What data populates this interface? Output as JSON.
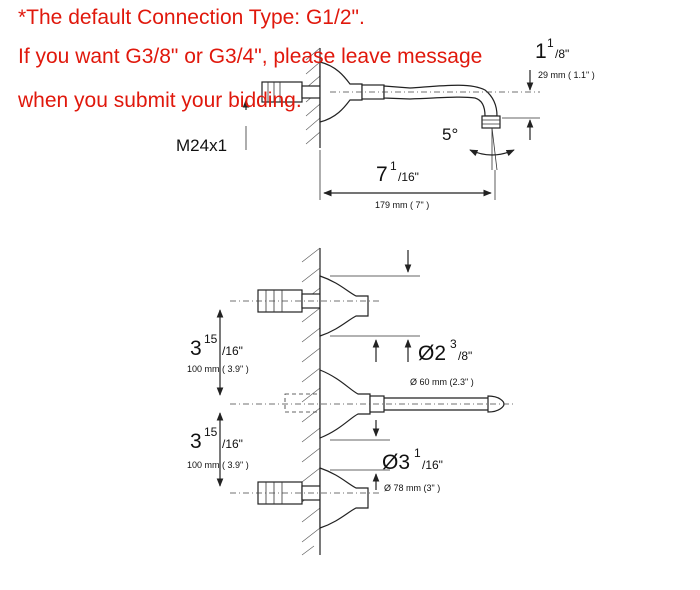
{
  "notice": {
    "line1": "*The default Connection Type: G1/2\".",
    "line2": "If you want G3/8\" or G3/4\", please leave message",
    "line3": "when you submit your bidding."
  },
  "side_view": {
    "thread_label": "M24x1",
    "offset_whole": "1",
    "offset_frac_num": "1",
    "offset_frac_den": "/8\"",
    "offset_metric": "29 mm ( 1.1\" )",
    "angle_label": "5°",
    "length_whole": "7",
    "length_frac_num": "1",
    "length_frac_den": "/16\"",
    "length_metric": "179 mm ( 7\" )"
  },
  "front_view": {
    "spacing1_whole": "3",
    "spacing1_frac_num": "15",
    "spacing1_frac_den": "/16\"",
    "spacing1_metric": "100 mm ( 3.9\" )",
    "spacing2_whole": "3",
    "spacing2_frac_num": "15",
    "spacing2_frac_den": "/16\"",
    "spacing2_metric": "100 mm ( 3.9\" )",
    "dia1_whole": "Ø2",
    "dia1_frac_num": "3",
    "dia1_frac_den": "/8\"",
    "dia1_metric": "Ø 60 mm (2.3\" )",
    "dia2_whole": "Ø3",
    "dia2_frac_num": "1",
    "dia2_frac_den": "/16\"",
    "dia2_metric": "Ø 78 mm (3\" )"
  }
}
